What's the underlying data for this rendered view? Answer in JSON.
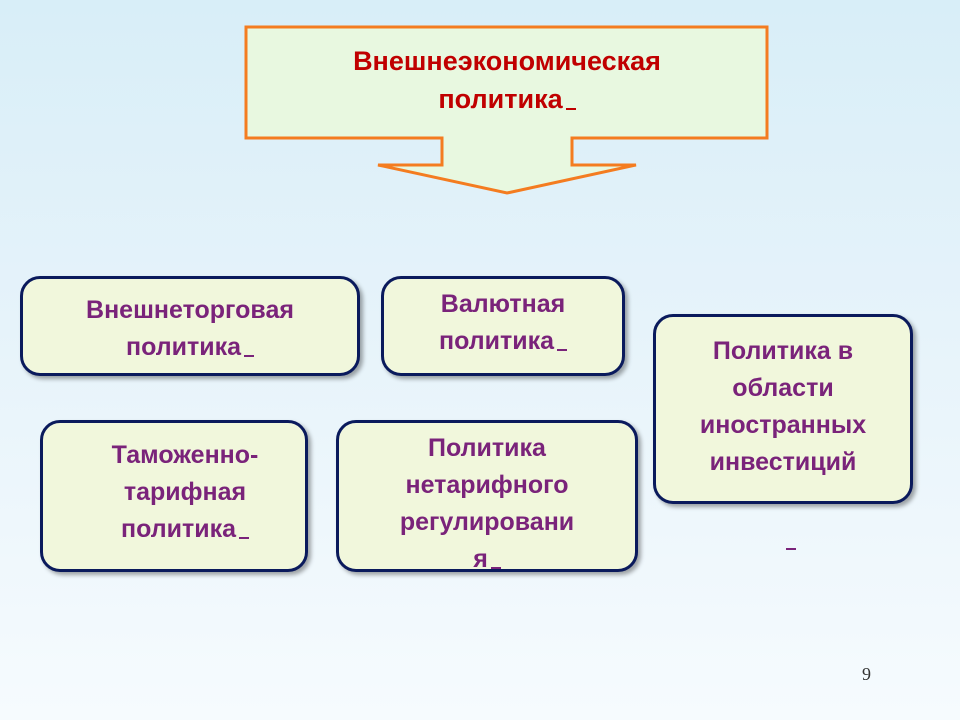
{
  "slide": {
    "title_line1": "Внешнеэкономическая",
    "title_line2": "политика",
    "boxes": {
      "foreign_trade": {
        "line1": "Внешнеторговая",
        "line2": "политика"
      },
      "currency": {
        "line1": "Валютная",
        "line2": "политика"
      },
      "investment": {
        "line1": "Политика в",
        "line2": "области",
        "line3": "иностранных",
        "line4": "инвестиций"
      },
      "customs": {
        "line1": "Таможенно-",
        "line2": "тарифная",
        "line3": "политика"
      },
      "nontariff": {
        "line1": "Политика",
        "line2": "нетарифного",
        "line3": "регулировани",
        "line4": "я"
      }
    },
    "page_number": "9",
    "colors": {
      "title_text": "#c00000",
      "box_text": "#7a237a",
      "box_fill": "#f1f7dc",
      "box_border": "#0a1a5c",
      "callout_fill": "#e8f8e0",
      "callout_border": "#f47c20"
    }
  }
}
